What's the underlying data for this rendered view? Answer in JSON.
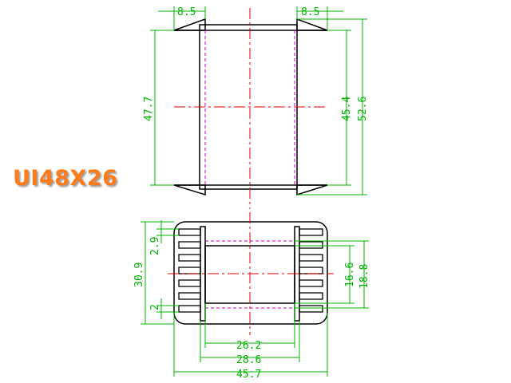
{
  "title": "UI48X26",
  "colors": {
    "outline": "#000000",
    "dimension": "#00b400",
    "centerline": "#e00000",
    "hidden": "#c000c0",
    "title": "#ff7a18"
  },
  "top_view": {
    "dims": {
      "left_flange": "8.5",
      "right_flange": "8.5",
      "overall_height": "47.7",
      "inner_height": "45.4",
      "flange_height": "52.6"
    }
  },
  "bottom_view": {
    "dims": {
      "overall_height": "30.9",
      "slot_pitch": "2.9",
      "slot_gap": "2",
      "window_height": "16.6",
      "window_outer_height": "18.8",
      "window_width": "26.2",
      "body_width": "28.6",
      "overall_width": "45.7"
    }
  }
}
